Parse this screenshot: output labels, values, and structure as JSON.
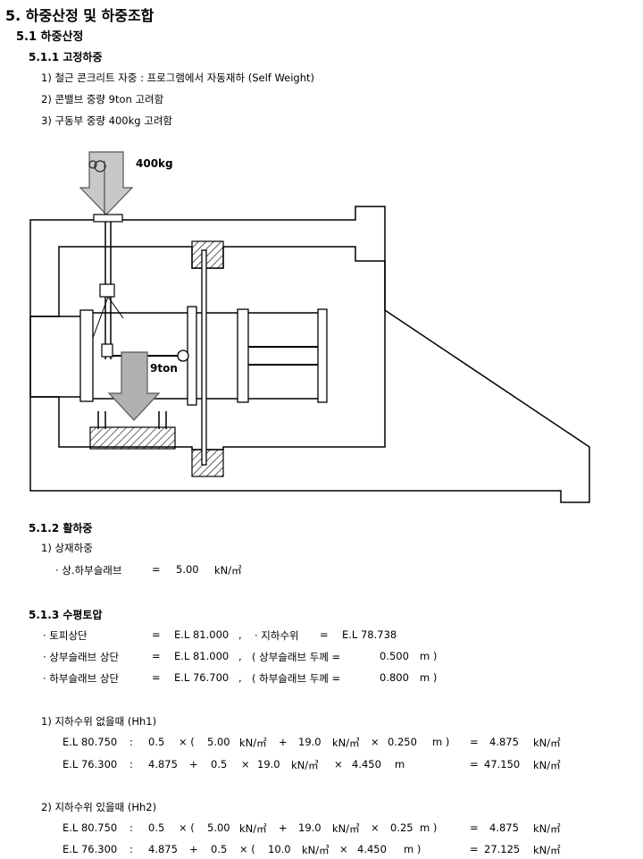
{
  "section": {
    "title": "5. 하중산정 및 하중조합",
    "sub": "5.1 하중산정",
    "s511": {
      "title": "5.1.1 고정하중",
      "items": [
        "1) 철근 콘크리트 자중    :  프로그램에서 자동재하 (Self Weight)",
        "2) 콘밸브 중량 9ton 고려함",
        "3) 구동부 중량 400kg 고려함"
      ]
    },
    "figure": {
      "load_top": "400kg",
      "load_mid": "9ton"
    },
    "s512": {
      "title": "5.1.2 활하중",
      "item1": "1) 상재하중",
      "row": [
        "· 상.하부슬래브",
        "=",
        "5.00",
        "kN/㎡"
      ]
    },
    "s513": {
      "title": "5.1.3 수평토압",
      "rows": [
        [
          "· 토피상단",
          "=",
          "E.L 81.000",
          ",",
          "· 지하수위",
          "=",
          "E.L 78.738"
        ],
        [
          "· 상부슬래브 상단",
          "=",
          "E.L 81.000",
          ",",
          "(  상부슬래브 두께 =",
          "0.500",
          "m  )"
        ],
        [
          "· 하부슬래브 상단",
          "=",
          "E.L 76.700",
          ",",
          "(  하부슬래브 두께 =",
          "0.800",
          "m  )"
        ]
      ],
      "case1": {
        "title": "1) 지하수위 없을때 (Hh1)",
        "r1": [
          "E.L 80.750",
          ":",
          "0.5",
          "× (",
          "5.00",
          "kN/㎡",
          "+",
          "19.0",
          "kN/㎥",
          "×",
          "0.250",
          "m  )",
          "=",
          "4.875",
          "kN/㎡"
        ],
        "r2": [
          "E.L 76.300",
          ":",
          "4.875",
          "+",
          "0.5",
          "×",
          "19.0",
          "kN/㎥",
          "×",
          "4.450",
          "m",
          "=",
          "47.150",
          "kN/㎡"
        ]
      },
      "case2": {
        "title": "2) 지하수위 있을때 (Hh2)",
        "r1": [
          "E.L 80.750",
          ":",
          "0.5",
          "× (",
          "5.00",
          "kN/㎡",
          "+",
          "19.0",
          "kN/㎥",
          "×",
          "0.25",
          "m  )",
          "=",
          "4.875",
          "kN/㎡"
        ],
        "r2": [
          "E.L 76.300",
          ":",
          "4.875",
          "+",
          "0.5",
          "× (",
          "10.0",
          "kN/㎥",
          "×",
          "4.450",
          "m  )",
          "=",
          "27.125",
          "kN/㎡"
        ]
      }
    }
  }
}
